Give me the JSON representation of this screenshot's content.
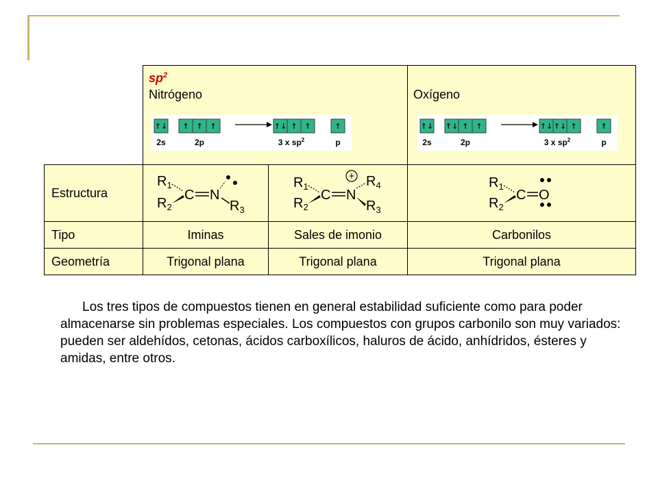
{
  "header": {
    "hybridization": "sp",
    "hybridization_sup": "2",
    "nitrogen": "Nitrógeno",
    "oxygen": "Oxígeno"
  },
  "orbitals": {
    "labels": {
      "s": "2s",
      "p2": "2p",
      "sp2": "3 x sp",
      "sp2_sup": "2",
      "p": "p"
    },
    "nitrogen": {
      "before_s": "↑↓",
      "before_p": [
        "↑",
        "↑",
        "↑"
      ],
      "after_sp2": [
        "↑↓",
        "↑",
        "↑"
      ],
      "after_p": "↑"
    },
    "oxygen": {
      "before_s": "↑↓",
      "before_p": [
        "↑↓",
        "↑",
        "↑"
      ],
      "after_sp2": [
        "↑↓",
        "↑↓",
        "↑"
      ],
      "after_p": "↑"
    }
  },
  "table": {
    "rows": {
      "structure": "Estructura",
      "type": "Tipo",
      "geometry": "Geometría"
    },
    "columns": [
      {
        "type": "Iminas",
        "geometry": "Trigonal plana"
      },
      {
        "type": "Sales de imonio",
        "geometry": "Trigonal plana"
      },
      {
        "type": "Carbonilos",
        "geometry": "Trigonal plana"
      }
    ],
    "structures": {
      "imine": {
        "r1": "R",
        "r1_sub": "1",
        "r2": "R",
        "r2_sub": "2",
        "c": "C",
        "n": "N",
        "r3": "R",
        "r3_sub": "3"
      },
      "iminium": {
        "r1": "R",
        "r1_sub": "1",
        "r2": "R",
        "r2_sub": "2",
        "c": "C",
        "n": "N",
        "r3": "R",
        "r3_sub": "3",
        "r4": "R",
        "r4_sub": "4",
        "charge": "+"
      },
      "carbonyl": {
        "r1": "R",
        "r1_sub": "1",
        "r2": "R",
        "r2_sub": "2",
        "c": "C",
        "o": "O"
      }
    }
  },
  "body_text": "Los tres tipos de compuestos tienen en general estabilidad suficiente como para poder almacenarse sin problemas especiales. Los compuestos con grupos carbonilo son muy variados: pueden ser aldehídos, cetonas, ácidos carboxílicos, haluros de ácido, anhídridos, ésteres y amidas, entre otros."
}
